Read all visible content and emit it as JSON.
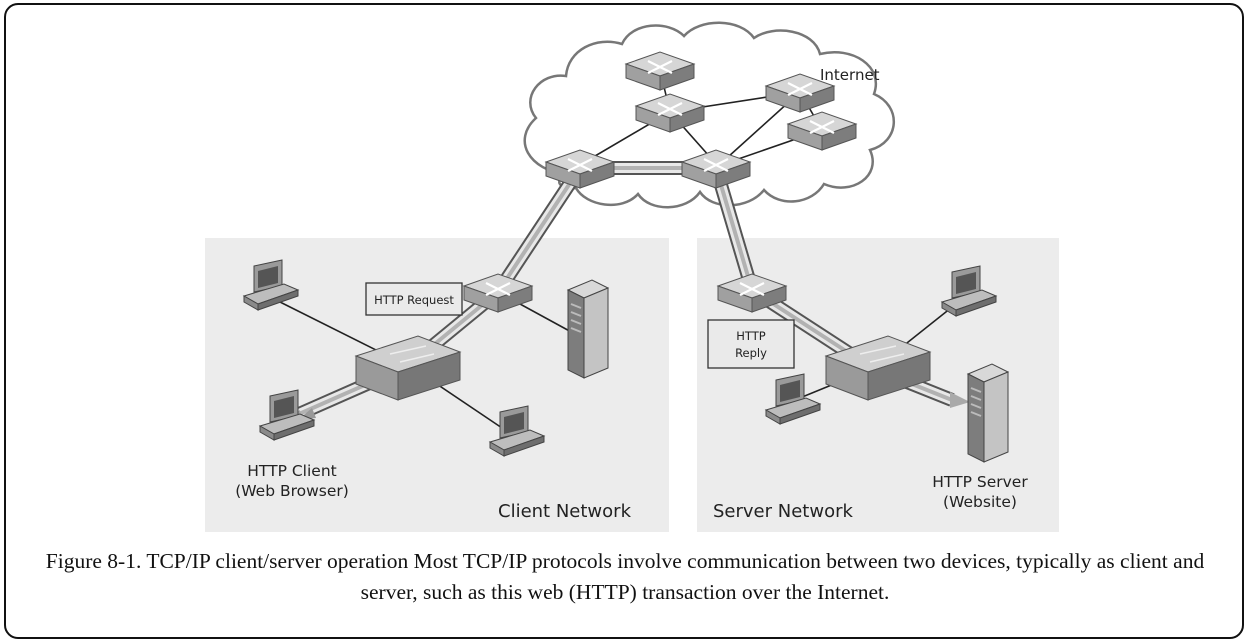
{
  "labels": {
    "internet": "Internet",
    "http_request": "HTTP Request",
    "http_reply_line1": "HTTP",
    "http_reply_line2": "Reply",
    "client_line1": "HTTP Client",
    "client_line2": "(Web Browser)",
    "client_network": "Client Network",
    "server_network": "Server Network",
    "server_line1": "HTTP Server",
    "server_line2": "(Website)"
  },
  "caption": "Figure 8-1. TCP/IP client/server operation Most TCP/IP protocols involve communication between two devices, typically as client and server, such as this web (HTTP) transaction over the Internet.",
  "colors": {
    "network_panel": "#ececec",
    "cloud_stroke": "#777777",
    "device": "#cfcfcf",
    "device_dark": "#8a8a8a",
    "path": "#b8b8b8",
    "arrow": "#a9a9a9"
  },
  "icons": [
    "router-icon",
    "switch-icon",
    "desktop-computer-icon",
    "server-tower-icon",
    "cloud-icon"
  ]
}
